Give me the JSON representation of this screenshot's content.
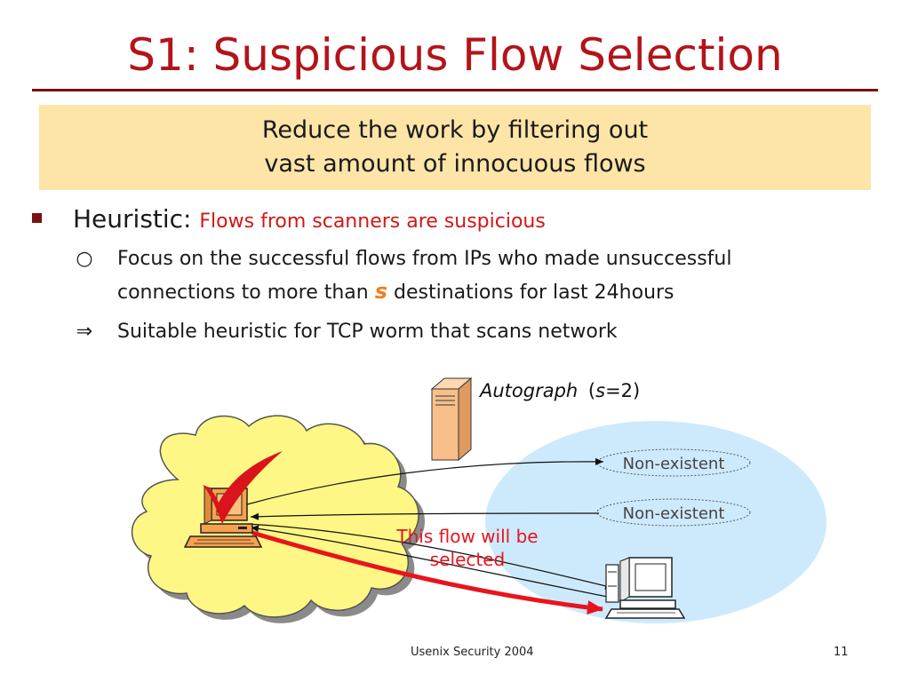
{
  "slide": {
    "title": "S1: Suspicious Flow Selection",
    "callout": {
      "line1": "Reduce the work by filtering out",
      "line2": "vast amount of innocuous flows"
    },
    "bullet": {
      "label": "Heuristic:",
      "highlight": "Flows from scanners are suspicious"
    },
    "sub_bullet": {
      "line1": "Focus on the successful flows from IPs who made unsuccessful",
      "line2_before": "connections to more than",
      "variable": "s",
      "line2_after": "destinations for last 24hours"
    },
    "implication": {
      "symbol": "⇒",
      "text": "Suitable heuristic for TCP worm that scans network"
    }
  },
  "diagram": {
    "autograph_label": "Autograph",
    "autograph_param_open": "(",
    "autograph_param_var": "s",
    "autograph_param_rest": "=2)",
    "target1": "Non-existent",
    "target2": "Non-existent",
    "flow_note_line1": "This flow will be",
    "flow_note_line2": "selected",
    "colors": {
      "title": "#b3141a",
      "callout_bg": "#fde5a8",
      "cloud": "#fff785",
      "network": "#cdeafc",
      "highlight_flow": "#e8141c",
      "computer": "#f6a14e"
    }
  },
  "footer": {
    "venue": "Usenix Security 2004",
    "page": "11"
  }
}
